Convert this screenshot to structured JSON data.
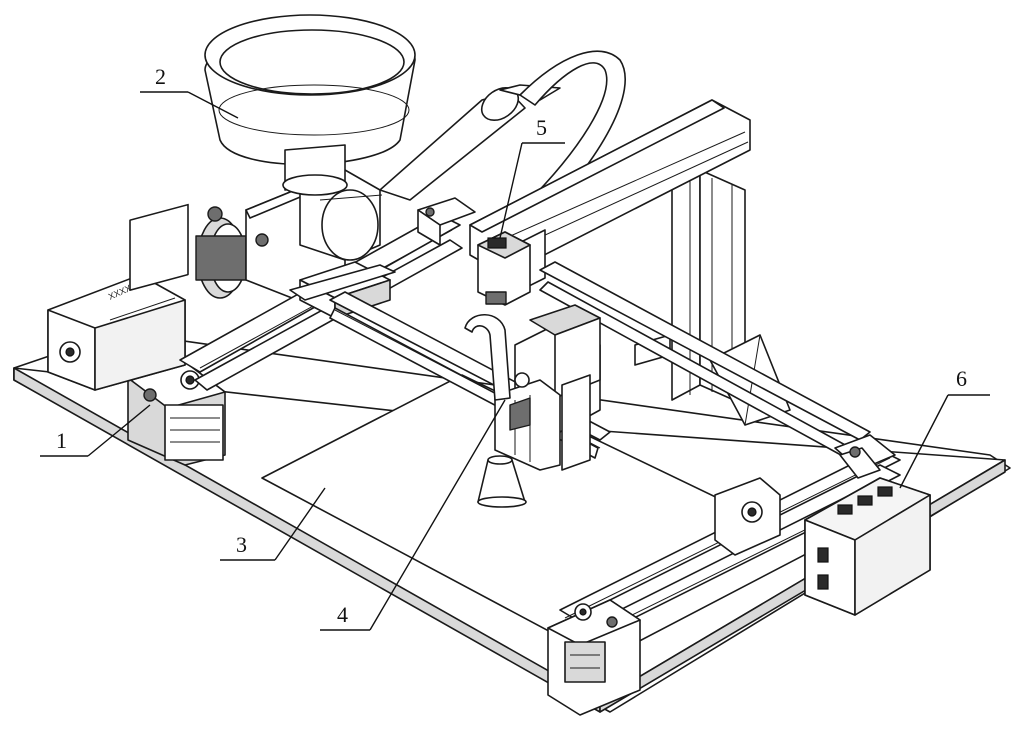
{
  "labels": [
    {
      "id": "1",
      "text": "1"
    },
    {
      "id": "2",
      "text": "2"
    },
    {
      "id": "3",
      "text": "3"
    },
    {
      "id": "4",
      "text": "4"
    },
    {
      "id": "5",
      "text": "5"
    },
    {
      "id": "6",
      "text": "6"
    }
  ],
  "motor_marking": "XXXXXXX XXXXXX"
}
